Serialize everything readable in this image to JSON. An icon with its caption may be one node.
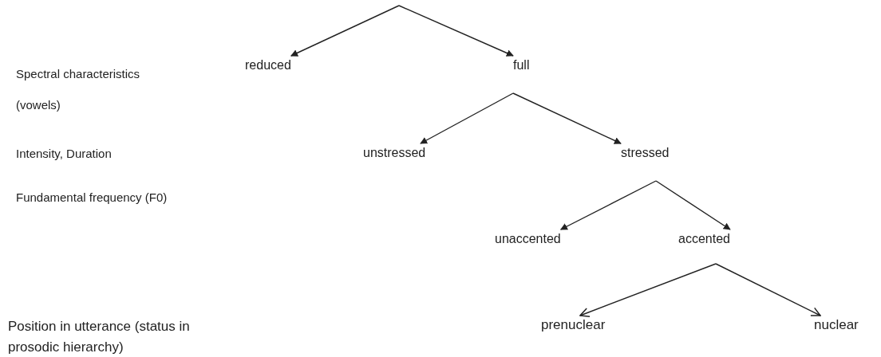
{
  "diagram": {
    "nodes": [
      {
        "text": [
          "reduced"
        ]
      },
      {
        "text": [
          "full"
        ]
      },
      {
        "text": [
          "unstressed"
        ]
      },
      {
        "text": [
          "stressed"
        ]
      },
      {
        "text": [
          "unaccented"
        ]
      },
      {
        "text": [
          "accented"
        ]
      },
      {
        "text": [
          "prenuclear"
        ]
      },
      {
        "text": [
          "nuclear"
        ]
      }
    ],
    "edges": [
      {
        "from": null,
        "to": 0,
        "arrow": "to"
      },
      {
        "from": null,
        "to": 1,
        "arrow": "to"
      },
      {
        "from": 1,
        "to": 2,
        "arrow": "to"
      },
      {
        "from": 1,
        "to": 3,
        "arrow": "to"
      },
      {
        "from": 3,
        "to": 4,
        "arrow": "to"
      },
      {
        "from": 3,
        "to": 5,
        "arrow": "to"
      },
      {
        "from": 5,
        "to": 6,
        "arrow": "to"
      },
      {
        "from": 5,
        "to": 7,
        "arrow": "to"
      }
    ],
    "labels": [
      "Spectral characteristics (vowels)",
      "Intensity, Duration",
      "Fundamental frequency (F0)",
      "Position in utterance (status in prosodic hierarchy)"
    ]
  }
}
